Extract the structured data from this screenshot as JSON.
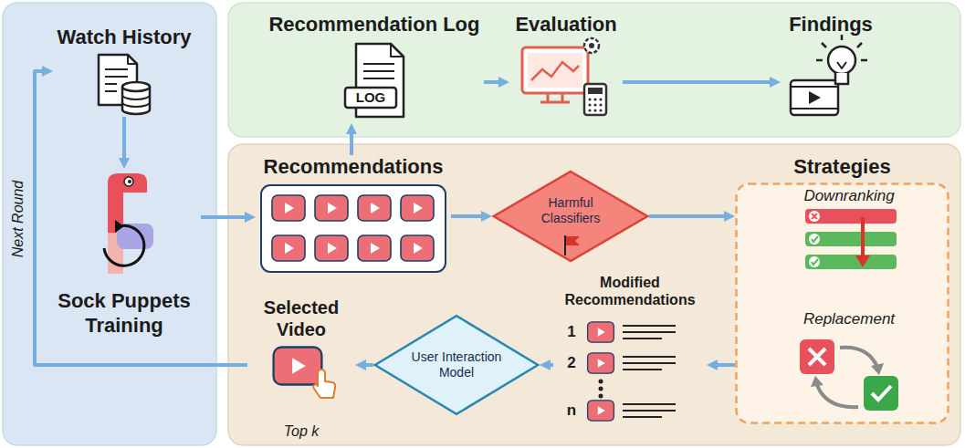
{
  "diagram": {
    "nodes": [
      {
        "text": [
          "Watch History"
        ]
      },
      {
        "text": [
          "Sock Puppets Training"
        ]
      },
      {
        "text": [
          "Recommendation Log"
        ]
      },
      {
        "text": [
          "Evaluation"
        ]
      },
      {
        "text": [
          "Findings"
        ]
      },
      {
        "text": [
          "Recommendations"
        ]
      },
      {
        "text": [
          "Harmful Classifiers"
        ]
      },
      {
        "text": [
          "Strategies"
        ]
      },
      {
        "text": [
          "Downranking"
        ],
        "in": 7
      },
      {
        "text": [
          "Replacement"
        ],
        "in": 7
      },
      {
        "text": [
          "Modified Recommendations"
        ]
      },
      {
        "text": [
          "User Interaction Model"
        ]
      },
      {
        "text": [
          "Selected Video",
          "Top k"
        ]
      }
    ],
    "edges": [
      {
        "from": 0,
        "to": 1,
        "arrow": "to"
      },
      {
        "from": 1,
        "to": 5,
        "arrow": "to"
      },
      {
        "from": 5,
        "to": 2,
        "arrow": "to"
      },
      {
        "from": 2,
        "to": 3,
        "arrow": "to"
      },
      {
        "from": 3,
        "to": 4,
        "arrow": "to"
      },
      {
        "from": 5,
        "to": 6,
        "arrow": "to"
      },
      {
        "from": 6,
        "to": 7,
        "arrow": "to"
      },
      {
        "from": 7,
        "to": 10,
        "arrow": "to"
      },
      {
        "from": 10,
        "to": 11,
        "arrow": "to"
      },
      {
        "from": 11,
        "to": 12,
        "arrow": "to"
      },
      {
        "from": 12,
        "to": 0,
        "label": "Next Round",
        "arrow": "to"
      }
    ],
    "labels": [
      "LOG",
      "1",
      "2",
      "n"
    ]
  }
}
